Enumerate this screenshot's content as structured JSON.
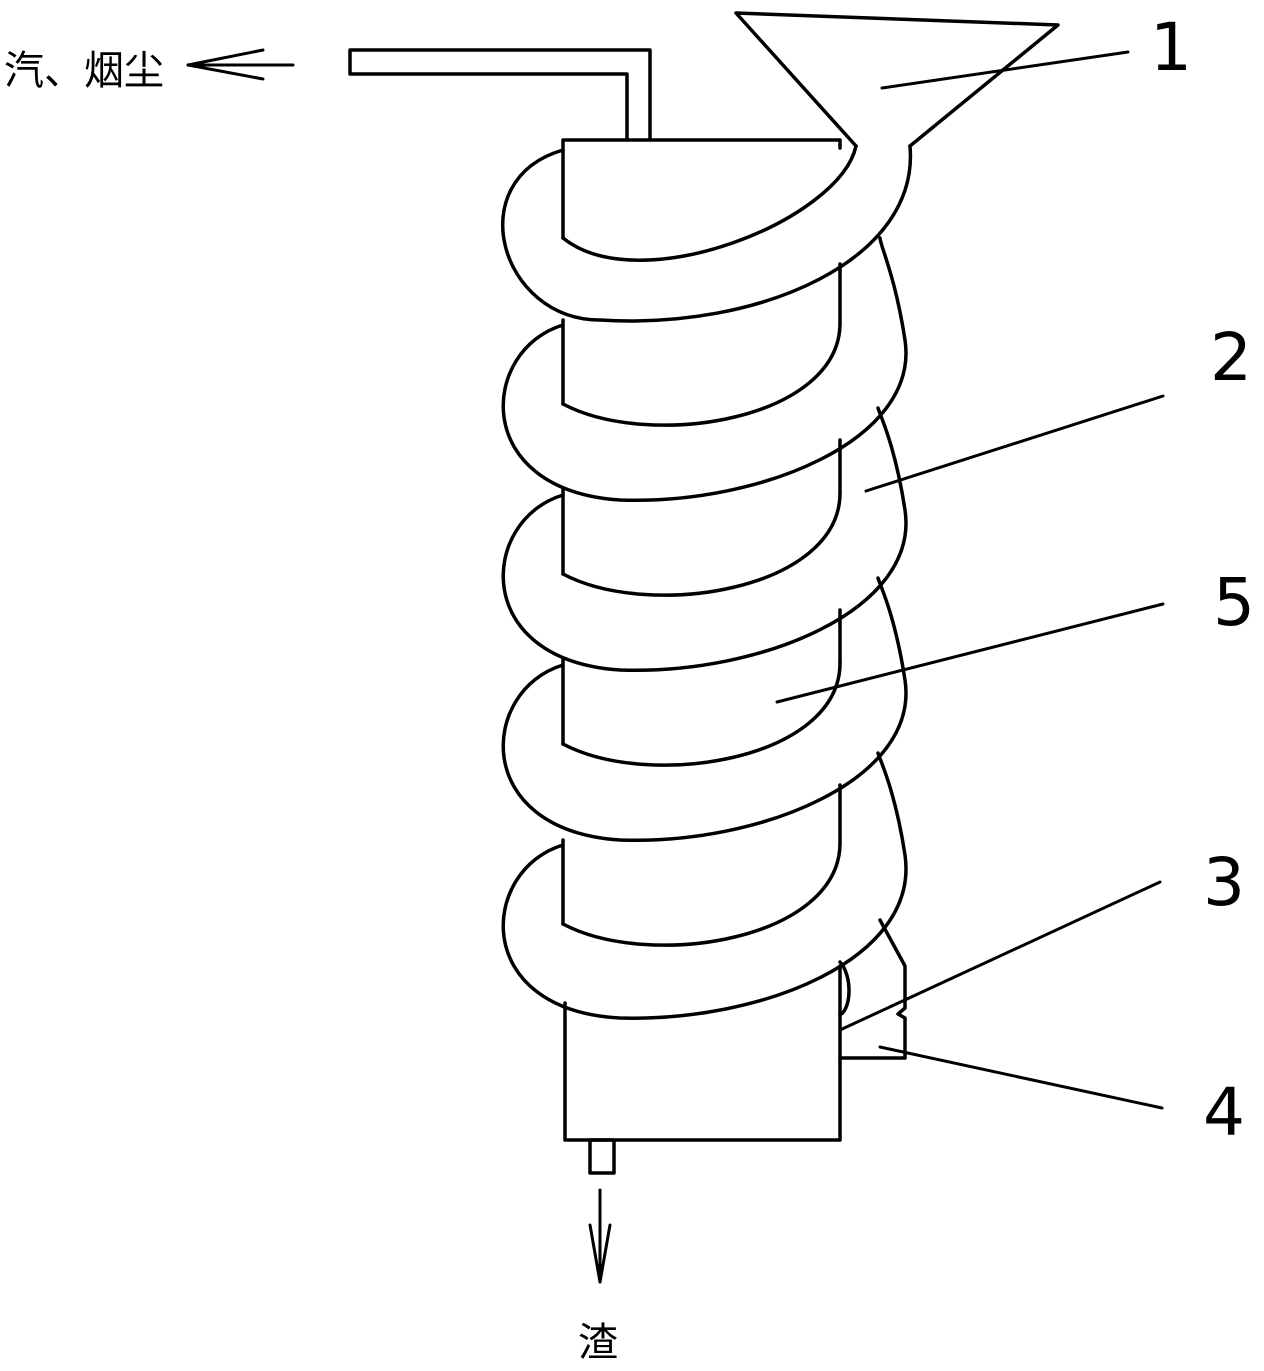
{
  "labels": {
    "exhaust_text": "汽、烟尘",
    "slag_text": "渣",
    "callouts": [
      "1",
      "2",
      "5",
      "3",
      "4"
    ]
  },
  "colors": {
    "line": "#000000",
    "background": "#ffffff"
  }
}
